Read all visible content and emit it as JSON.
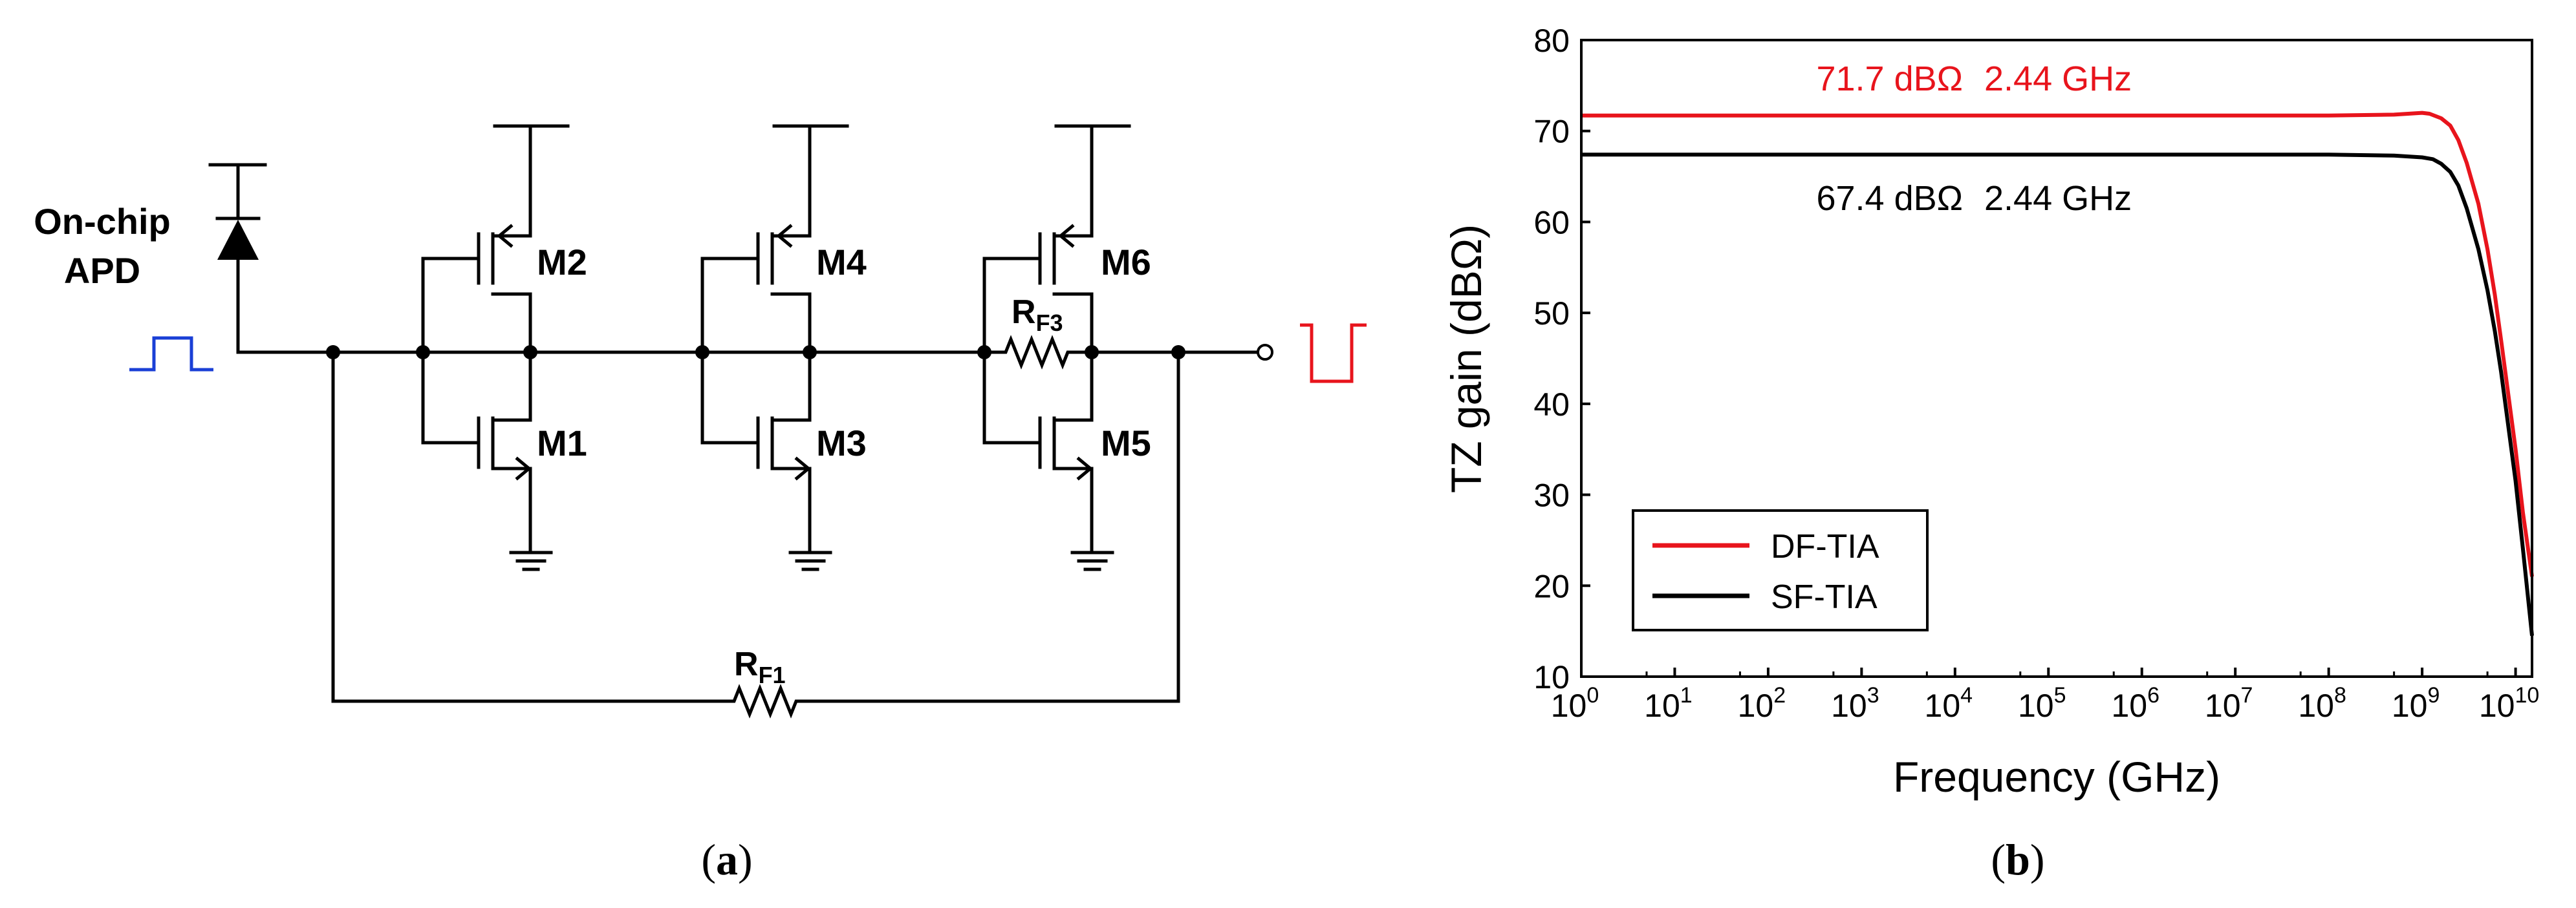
{
  "panel_a": {
    "caption_open": "(",
    "caption_letter": "a",
    "caption_close": ")",
    "apd_label_line1": "On-chip",
    "apd_label_line2": "APD",
    "transistors": [
      "M2",
      "M1",
      "M4",
      "M3",
      "M6",
      "M5"
    ],
    "rf3_main": "R",
    "rf3_sub": "F3",
    "rf1_main": "R",
    "rf1_sub": "F1",
    "input_pulse_color": "#1a3fd6",
    "output_pulse_color": "#e8141c"
  },
  "panel_b": {
    "caption_open": "(",
    "caption_letter": "b",
    "caption_close": ")"
  },
  "chart_data": {
    "type": "line",
    "xlabel": "Frequency (GHz)",
    "ylabel": "TZ gain (dBΩ)",
    "xscale": "log",
    "xlim": [
      1,
      15000000000
    ],
    "ylim": [
      10,
      80
    ],
    "x_ticks": [
      "10^0",
      "10^1",
      "10^2",
      "10^3",
      "10^4",
      "10^5",
      "10^6",
      "10^7",
      "10^8",
      "10^9",
      "10^10"
    ],
    "y_ticks": [
      10,
      20,
      30,
      40,
      50,
      60,
      70,
      80
    ],
    "legend_position": "bottom-left",
    "series": [
      {
        "name": "DF-TIA",
        "color": "#e8141c",
        "x": [
          1,
          1000000.0,
          100000000.0,
          500000000.0,
          1000000000.0,
          1200000000.0,
          1600000000.0,
          2000000000.0,
          2440000000.0,
          3000000000.0,
          4000000000.0,
          5000000000.0,
          6000000000.0,
          7000000000.0,
          8000000000.0,
          10000000000.0,
          12000000000.0,
          15000000000.0
        ],
        "y": [
          71.7,
          71.7,
          71.7,
          71.8,
          72.0,
          71.9,
          71.4,
          70.6,
          69.0,
          66.5,
          62.0,
          57.0,
          52.0,
          47.0,
          42.5,
          35.0,
          28.0,
          21.0
        ]
      },
      {
        "name": "SF-TIA",
        "color": "#000000",
        "x": [
          1,
          1000000.0,
          100000000.0,
          500000000.0,
          1000000000.0,
          1300000000.0,
          1600000000.0,
          2000000000.0,
          2440000000.0,
          3000000000.0,
          4000000000.0,
          5000000000.0,
          6000000000.0,
          7000000000.0,
          8000000000.0,
          10000000000.0,
          12000000000.0,
          15000000000.0
        ],
        "y": [
          67.4,
          67.4,
          67.4,
          67.3,
          67.1,
          66.9,
          66.4,
          65.5,
          64.0,
          61.5,
          57.0,
          52.5,
          48.0,
          43.5,
          39.0,
          31.5,
          24.0,
          14.5
        ]
      }
    ],
    "annotations": [
      {
        "text_gain": "71.7 dBΩ",
        "text_freq": "2.44 GHz",
        "color": "#e8141c"
      },
      {
        "text_gain": "67.4 dBΩ",
        "text_freq": "2.44 GHz",
        "color": "#000000"
      }
    ]
  }
}
